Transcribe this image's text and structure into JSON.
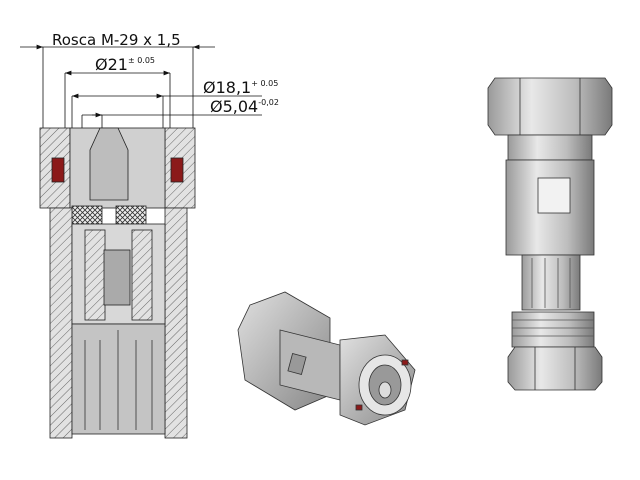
{
  "dimensions": {
    "thread": {
      "label": "Rosca M-29 x 1,5"
    },
    "d21": {
      "symbol": "Ø",
      "value": "21",
      "tolerance": "± 0.05"
    },
    "d18": {
      "symbol": "Ø",
      "value": "18,1",
      "tolerance": "+ 0.05"
    },
    "d5": {
      "symbol": "Ø",
      "value": "5,04",
      "tolerance": "-0,02"
    }
  },
  "colors": {
    "metal": "#c8c8c8",
    "metal_dark": "#8a8a8a",
    "hatch": "#555555",
    "seal": "#8b1a1a",
    "line": "#111111"
  }
}
